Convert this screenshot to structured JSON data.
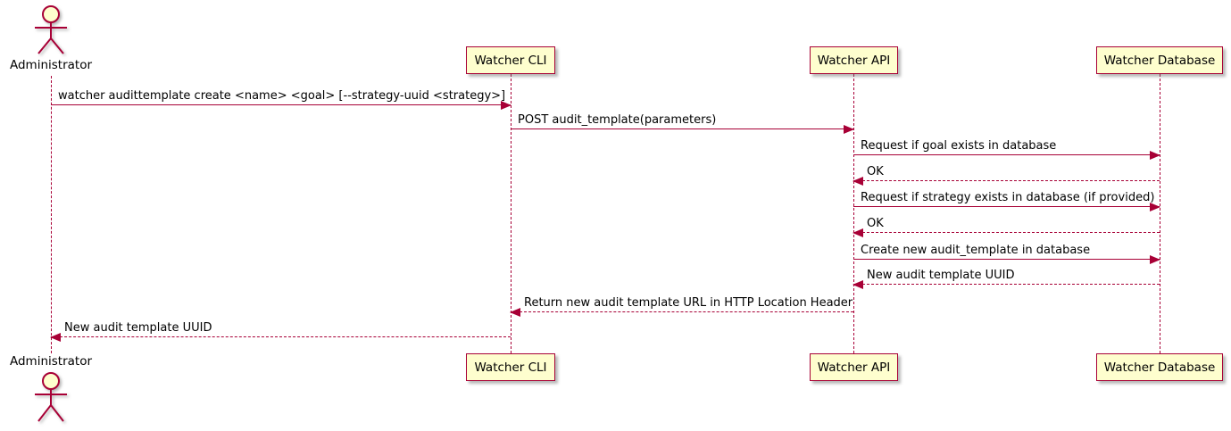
{
  "colors": {
    "accent": "#A80036",
    "participant_fill": "#FEFECE",
    "text": "#000000",
    "background": "#FFFFFF"
  },
  "actor": {
    "top_label": "Administrator",
    "bottom_label": "Administrator"
  },
  "participants": [
    {
      "id": "cli",
      "label": "Watcher CLI"
    },
    {
      "id": "api",
      "label": "Watcher API"
    },
    {
      "id": "db",
      "label": "Watcher Database"
    }
  ],
  "messages": [
    {
      "from": "admin",
      "to": "cli",
      "style": "solid",
      "text": "watcher audittemplate create <name> <goal> [--strategy-uuid <strategy>]"
    },
    {
      "from": "cli",
      "to": "api",
      "style": "solid",
      "text": "POST audit_template(parameters)"
    },
    {
      "from": "api",
      "to": "db",
      "style": "solid",
      "text": "Request if goal exists in database"
    },
    {
      "from": "db",
      "to": "api",
      "style": "dashed",
      "text": "OK"
    },
    {
      "from": "api",
      "to": "db",
      "style": "solid",
      "text": "Request if strategy exists in database (if provided)"
    },
    {
      "from": "db",
      "to": "api",
      "style": "dashed",
      "text": "OK"
    },
    {
      "from": "api",
      "to": "db",
      "style": "solid",
      "text": "Create new audit_template in database"
    },
    {
      "from": "db",
      "to": "api",
      "style": "dashed",
      "text": "New audit template UUID"
    },
    {
      "from": "api",
      "to": "cli",
      "style": "dashed",
      "text": "Return new audit template URL in HTTP Location Header"
    },
    {
      "from": "cli",
      "to": "admin",
      "style": "dashed",
      "text": "New audit template UUID"
    }
  ]
}
